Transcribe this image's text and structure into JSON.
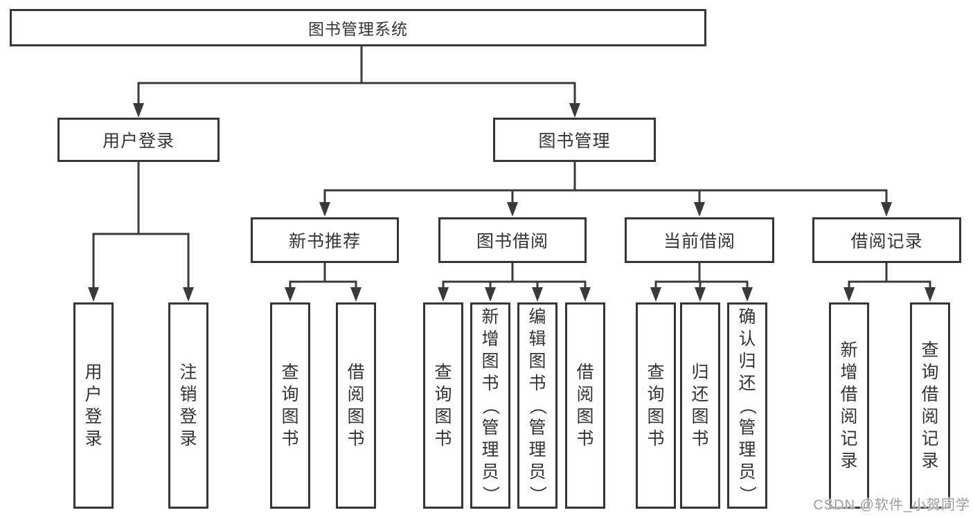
{
  "diagram": {
    "title": "图书管理系统",
    "level2": [
      {
        "label": "用户登录",
        "parent": "图书管理系统"
      },
      {
        "label": "图书管理",
        "parent": "图书管理系统"
      }
    ],
    "level3": [
      {
        "label": "新书推荐",
        "parent": "图书管理"
      },
      {
        "label": "图书借阅",
        "parent": "图书管理"
      },
      {
        "label": "当前借阅",
        "parent": "图书管理"
      },
      {
        "label": "借阅记录",
        "parent": "图书管理"
      }
    ],
    "leaves": [
      {
        "label": "用户登录",
        "parent": "用户登录"
      },
      {
        "label": "注销登录",
        "parent": "用户登录"
      },
      {
        "label": "查询图书",
        "parent": "新书推荐"
      },
      {
        "label": "借阅图书",
        "parent": "新书推荐"
      },
      {
        "label": "查询图书",
        "parent": "图书借阅"
      },
      {
        "label": "新增图书（管理员）",
        "parent": "图书借阅"
      },
      {
        "label": "编辑图书（管理员）",
        "parent": "图书借阅"
      },
      {
        "label": "借阅图书",
        "parent": "图书借阅"
      },
      {
        "label": "查询图书",
        "parent": "当前借阅"
      },
      {
        "label": "归还图书",
        "parent": "当前借阅"
      },
      {
        "label": "确认归还（管理员）",
        "parent": "当前借阅"
      },
      {
        "label": "新增借阅记录",
        "parent": "借阅记录"
      },
      {
        "label": "查询借阅记录",
        "parent": "借阅记录"
      }
    ],
    "watermark": "CSDN @软件_小贺同学",
    "colors": {
      "line": "#3a3a3a",
      "border": "#363636",
      "text": "#333333",
      "watermark": "#9b9b9b",
      "background": "#ffffff"
    }
  }
}
